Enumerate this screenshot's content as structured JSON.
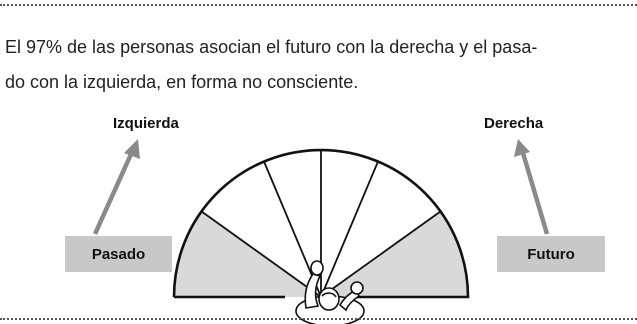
{
  "caption": {
    "line1": "El 97% de las personas asocian el futuro con la derecha y el pasa-",
    "line2": "do con la izquierda, en forma no consciente."
  },
  "labels": {
    "left_direction": "Izquierda",
    "right_direction": "Derecha",
    "past": "Pasado",
    "future": "Futuro"
  },
  "colors": {
    "shaded_sector": "#d9d9d9",
    "label_box": "#c8c8c8",
    "arrow": "#8a8a8a",
    "outline": "#111111"
  }
}
